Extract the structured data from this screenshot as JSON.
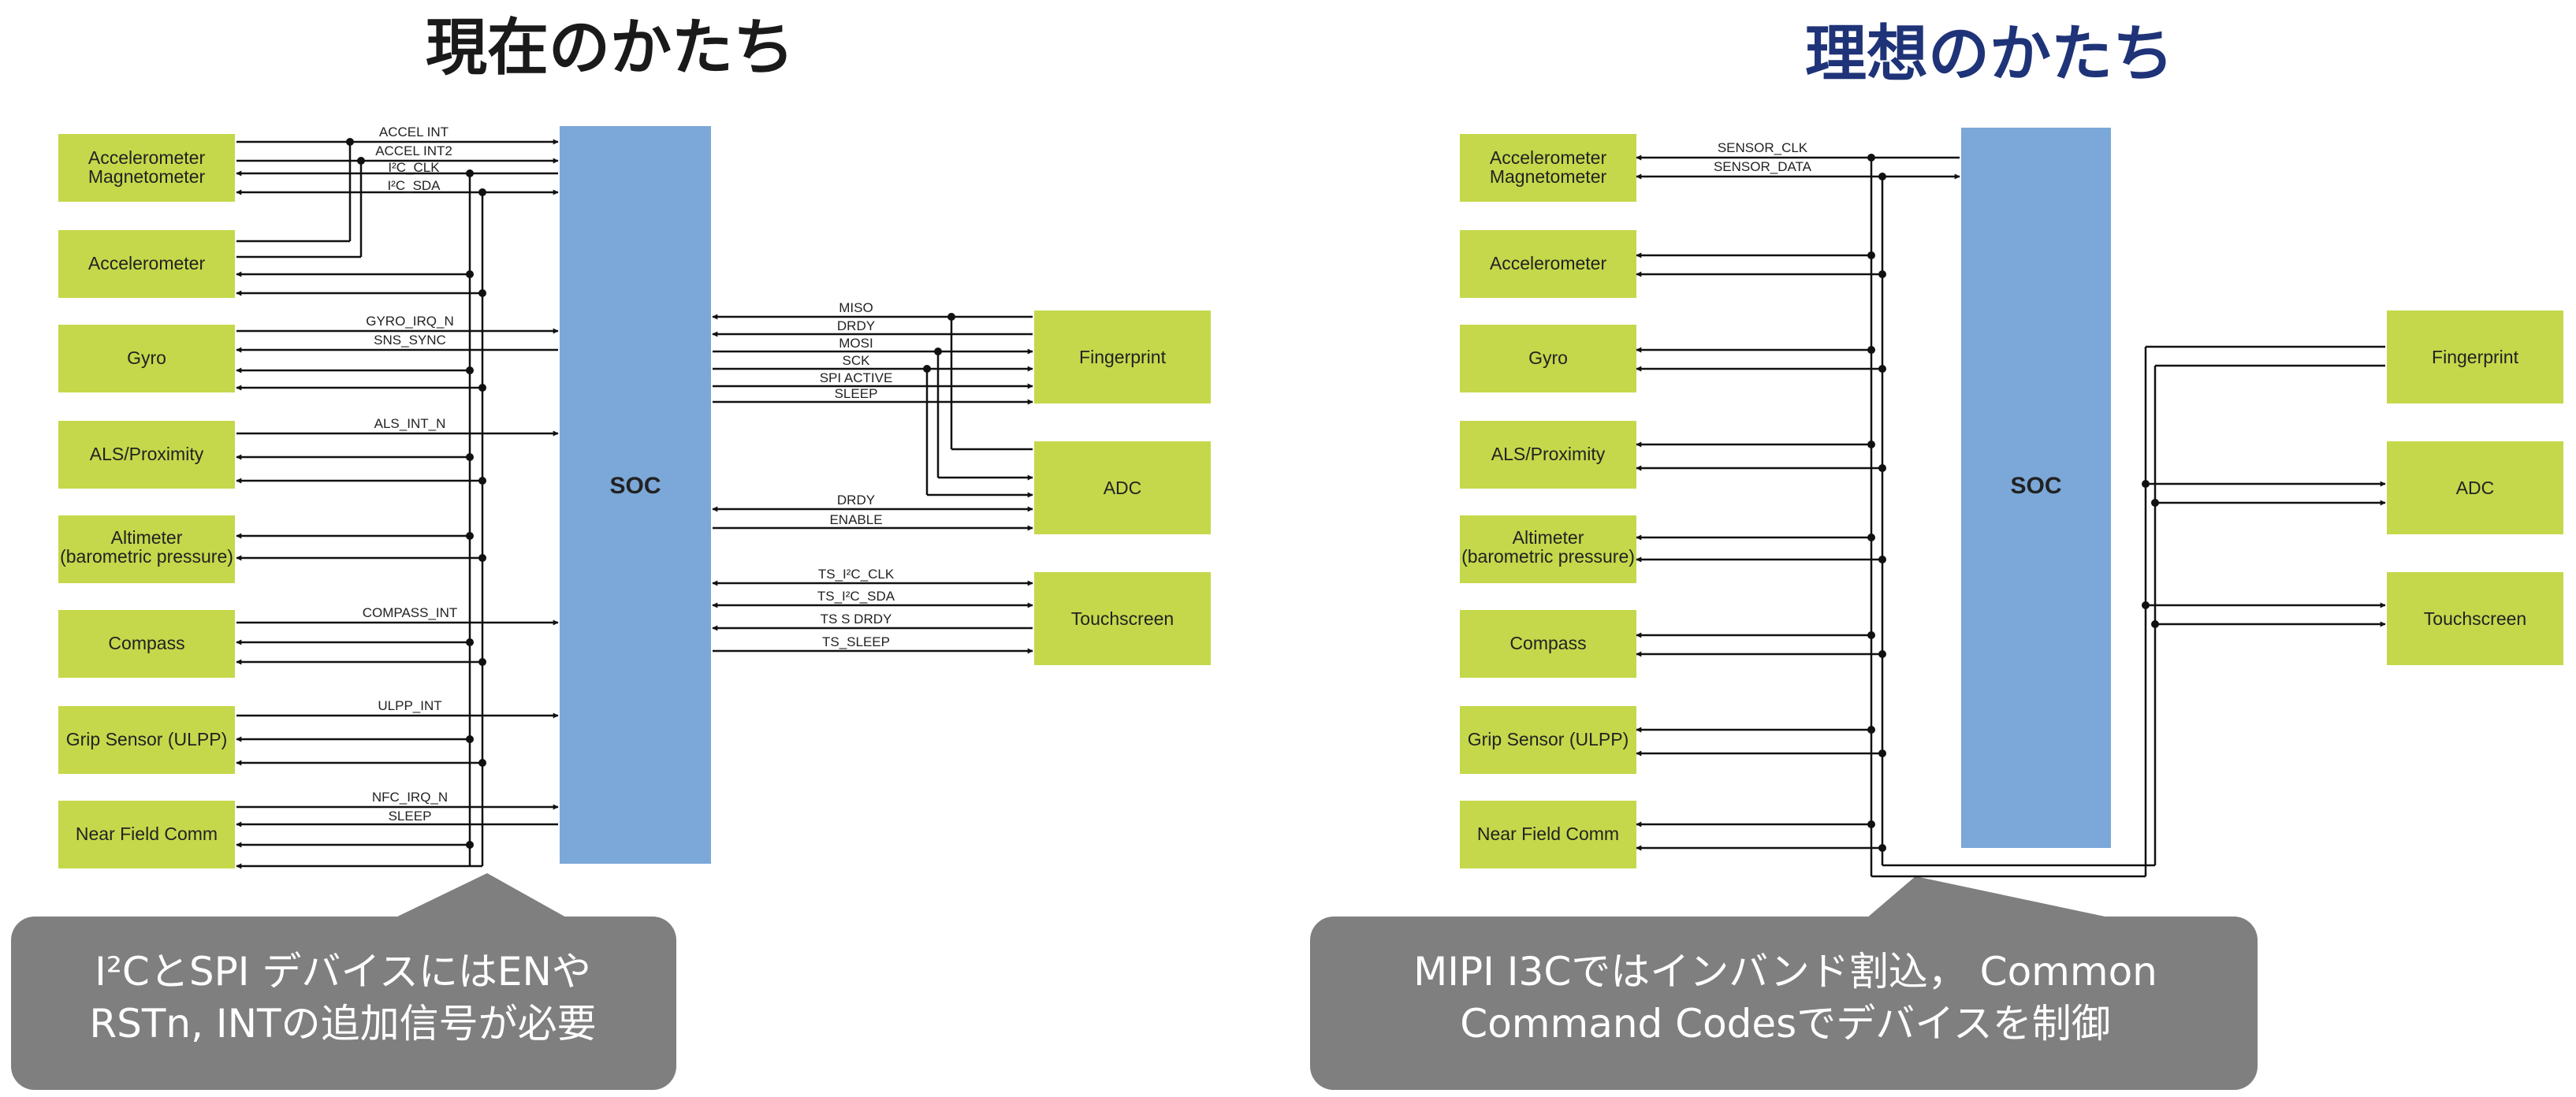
{
  "left_title": "現在のかたち",
  "right_title": "理想のかたち",
  "soc_label": "SOC",
  "left_devices": [
    "Accelerometer\nMagnetometer",
    "Accelerometer",
    "Gyro",
    "ALS/Proximity",
    "Altimeter\n(barometric pressure)",
    "Compass",
    "Grip Sensor (ULPP)",
    "Near Field Comm"
  ],
  "right_peripherals": [
    "Fingerprint",
    "ADC",
    "Touchscreen"
  ],
  "left_signals": {
    "accel_int": "ACCEL INT",
    "accel_int2": "ACCEL INT2",
    "i2c_clk": "I²C_CLK",
    "i2c_sda": "I²C_SDA",
    "gyro_irq": "GYRO_IRQ_N",
    "sns_sync": "SNS_SYNC",
    "als_int": "ALS_INT_N",
    "compass_int": "COMPASS_INT",
    "ulpp_int": "ULPP_INT",
    "nfc_irq": "NFC_IRQ_N",
    "sleep": "SLEEP",
    "miso": "MISO",
    "drdy": "DRDY",
    "mosi": "MOSI",
    "sck": "SCK",
    "spi_active": "SPI ACTIVE",
    "spi_sleep": "SLEEP",
    "adc_drdy": "DRDY",
    "enable": "ENABLE",
    "ts_i2c_clk": "TS_I²C_CLK",
    "ts_i2c_sda": "TS_I²C_SDA",
    "ts_s_drdy": "TS S DRDY",
    "ts_sleep": "TS_SLEEP"
  },
  "right_signals": {
    "sensor_clk": "SENSOR_CLK",
    "sensor_data": "SENSOR_DATA"
  },
  "callout_left": "I²CとSPI デバイスにはENや\nRSTn, INTの追加信号が必要",
  "callout_right": "MIPI I3Cではインバンド割込， Common\nCommand Codesでデバイスを制御",
  "colors": {
    "device_green": "#c5d84b",
    "soc_blue": "#7ba8d9",
    "callout_gray": "#7f7f7f",
    "title_navy": "#1f3378",
    "line": "#111111"
  }
}
